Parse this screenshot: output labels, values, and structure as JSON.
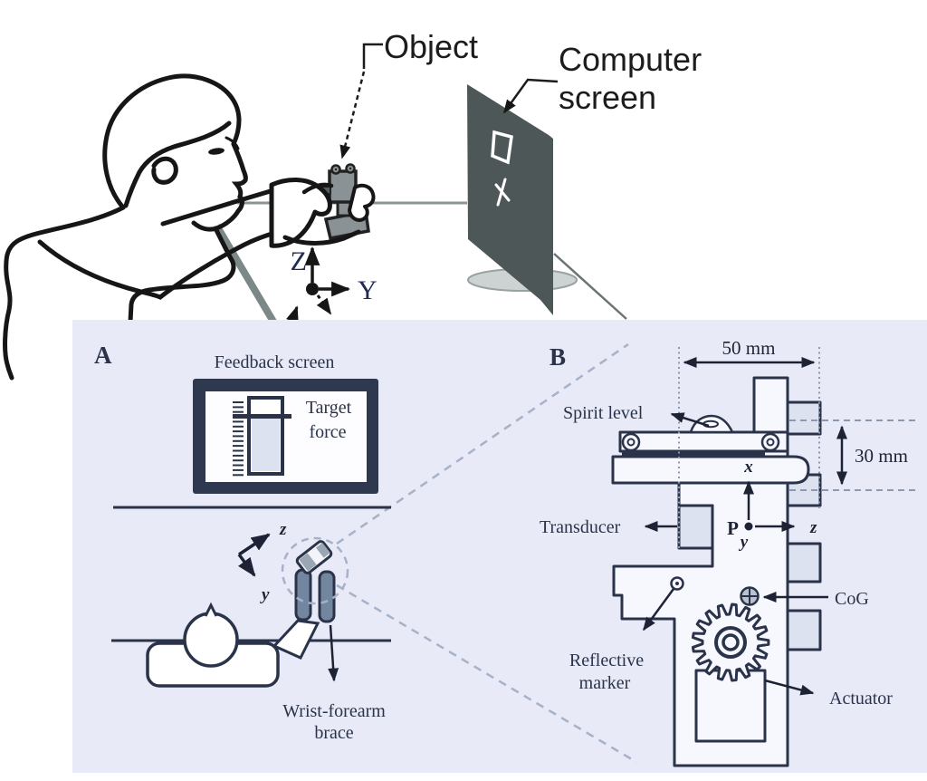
{
  "top": {
    "object_label": "Object",
    "screen_label1": "Computer",
    "screen_label2": "screen",
    "axis_z": "Z",
    "axis_y": "Y"
  },
  "panelA": {
    "letter": "A",
    "title": "Feedback screen",
    "target1": "Target",
    "target2": "force",
    "axis_z": "z",
    "axis_y": "y",
    "brace1": "Wrist-forearm",
    "brace2": "brace"
  },
  "panelB": {
    "letter": "B",
    "dim_w": "50 mm",
    "dim_h": "30 mm",
    "spirit": "Spirit level",
    "transducer": "Transducer",
    "p": "P",
    "ax_x": "x",
    "ax_y": "y",
    "ax_z": "z",
    "cog": "CoG",
    "refl1": "Reflective",
    "refl2": "marker",
    "actuator": "Actuator"
  },
  "colors": {
    "panel_bg": "#e8eaf8",
    "ink": "#2a3349",
    "light_fill": "#dce2f0",
    "body_fill": "#f7f8fe",
    "screen_dark": "#4d5757",
    "cuff_fill": "#72869f",
    "object_gray": "#8a9296",
    "table_gray": "#8a9494",
    "dash_gray": "#a7b2c8",
    "black": "#1a1a1a"
  }
}
